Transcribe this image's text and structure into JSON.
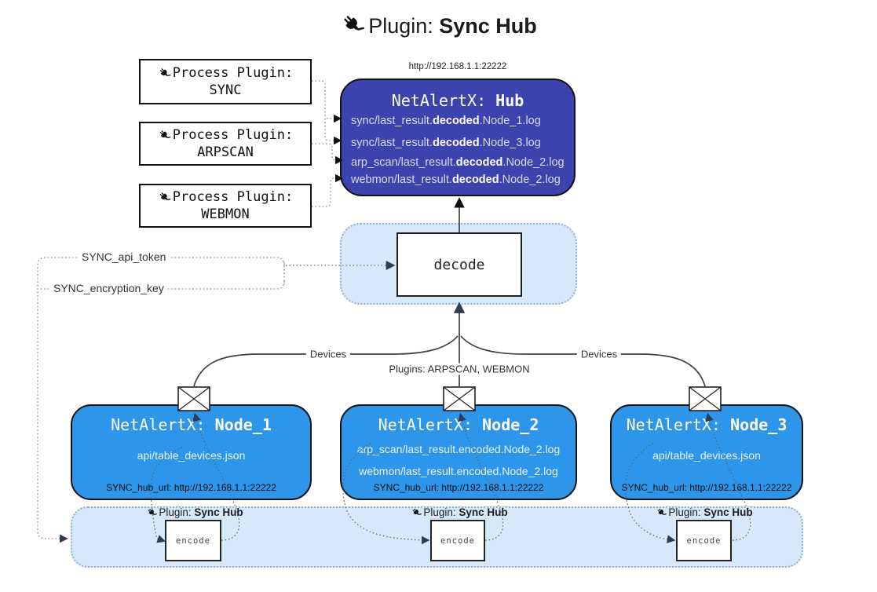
{
  "title": {
    "prefix": "Plugin:",
    "name": "Sync Hub"
  },
  "hub": {
    "url": "http://192.168.1.1:22222",
    "title_prefix": "NetAlertX:",
    "title_name": "Hub",
    "lines": [
      {
        "pre": "sync/last_result.",
        "bold": "decoded",
        "post": ".Node_1.log"
      },
      {
        "pre": "sync/last_result.",
        "bold": "decoded",
        "post": ".Node_3.log"
      },
      {
        "pre": "arp_scan/last_result.",
        "bold": "decoded",
        "post": ".Node_2.log"
      },
      {
        "pre": "webmon/last_result.",
        "bold": "decoded",
        "post": ".Node_2.log"
      }
    ]
  },
  "process_plugins": [
    {
      "label": "Process Plugin:",
      "name": "SYNC"
    },
    {
      "label": "Process Plugin:",
      "name": "ARPSCAN"
    },
    {
      "label": "Process Plugin:",
      "name": "WEBMON"
    }
  ],
  "config": {
    "api_token": "SYNC_api_token",
    "encryption_key": "SYNC_encryption_key"
  },
  "decode": {
    "label": "decode"
  },
  "edges": {
    "devices_left": "Devices",
    "devices_right": "Devices",
    "plugins_middle": "Plugins: ARPSCAN, WEBMON"
  },
  "nodes": [
    {
      "title_prefix": "NetAlertX:",
      "title_name": "Node_1",
      "lines": [
        "api/table_devices.json"
      ],
      "hub_url": "SYNC_hub_url: http://192.168.1.1:22222"
    },
    {
      "title_prefix": "NetAlertX:",
      "title_name": "Node_2",
      "lines": [
        "arp_scan/last_result.encoded.Node_2.log",
        "webmon/last_result.encoded.Node_2.log"
      ],
      "hub_url": "SYNC_hub_url: http://192.168.1.1:22222"
    },
    {
      "title_prefix": "NetAlertX:",
      "title_name": "Node_3",
      "lines": [
        "api/table_devices.json"
      ],
      "hub_url": "SYNC_hub_url: http://192.168.1.1:22222"
    }
  ],
  "encode_sections": [
    {
      "label_prefix": "Plugin:",
      "label_name": "Sync Hub",
      "box_label": "encode"
    },
    {
      "label_prefix": "Plugin:",
      "label_name": "Sync Hub",
      "box_label": "encode"
    },
    {
      "label_prefix": "Plugin:",
      "label_name": "Sync Hub",
      "box_label": "encode"
    }
  ],
  "colors": {
    "hub_fill": "#3d43ae",
    "node_fill": "#2e96ea",
    "panel_fill": "#d7e8fa",
    "panel_border": "#93b1cd",
    "arrow_dark": "#2d3c4e"
  }
}
